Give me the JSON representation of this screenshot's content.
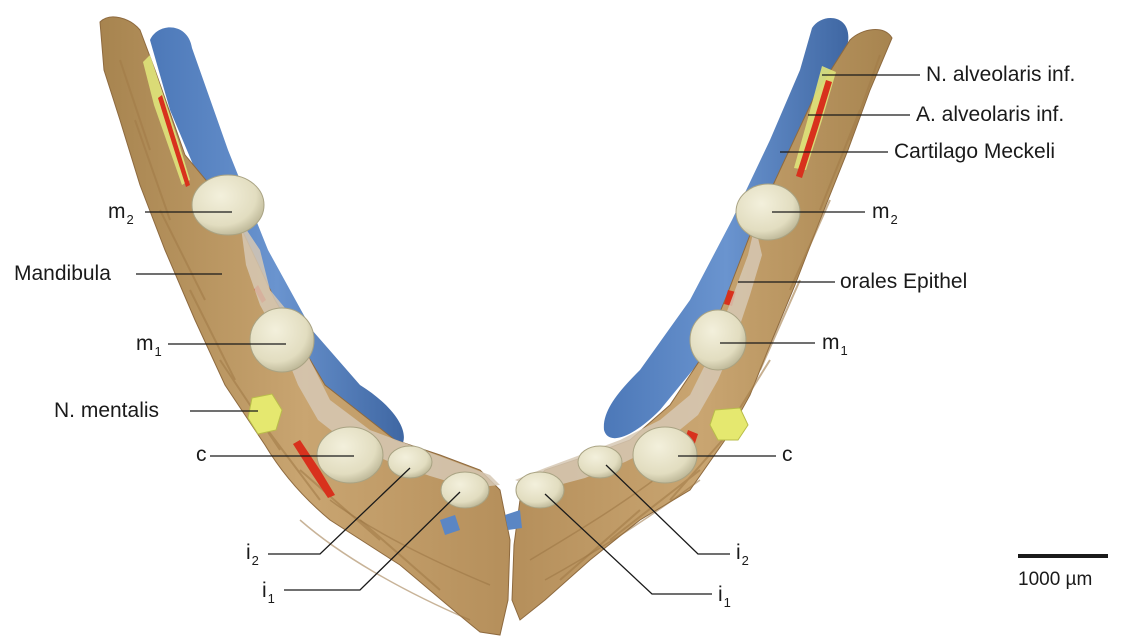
{
  "colors": {
    "bone": "#c9a571",
    "bone_dark": "#8e6a3f",
    "cartilage": "#5b86c4",
    "cartilage_dark": "#3f67a3",
    "tooth": "#e6e2c6",
    "tooth_shadow": "#b8b394",
    "epithel": "#d6c8b4",
    "artery": "#d8311d",
    "nerve": "#dfe37a",
    "line": "#1a1a1a"
  },
  "labels": {
    "n_alveolaris_inf": "N. alveolaris inf.",
    "a_alveolaris_inf": "A. alveolaris inf.",
    "cartilago_meckeli": "Cartilago Meckeli",
    "m2_left_base": "m",
    "m2_left_sub": "2",
    "m2_right_base": "m",
    "m2_right_sub": "2",
    "mandibula": "Mandibula",
    "orales_epithel": "orales Epithel",
    "m1_left_base": "m",
    "m1_left_sub": "1",
    "m1_right_base": "m",
    "m1_right_sub": "1",
    "n_mentalis": "N. mentalis",
    "c_left": "c",
    "c_right": "c",
    "i2_left_base": "i",
    "i2_left_sub": "2",
    "i1_left_base": "i",
    "i1_left_sub": "1",
    "i2_right_base": "i",
    "i2_right_sub": "2",
    "i1_right_base": "i",
    "i1_right_sub": "1"
  },
  "scale_bar": {
    "text": "1000 µm"
  }
}
